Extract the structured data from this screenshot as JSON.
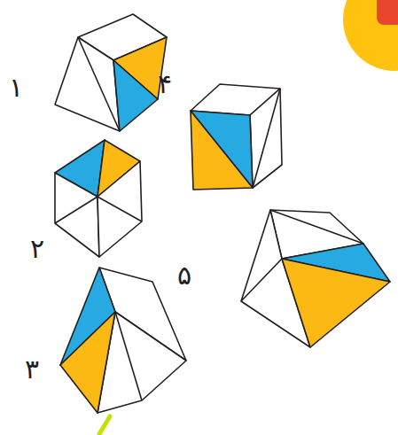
{
  "diagram": {
    "labels": [
      "۱",
      "۴",
      "۲",
      "۵",
      "۳"
    ]
  }
}
